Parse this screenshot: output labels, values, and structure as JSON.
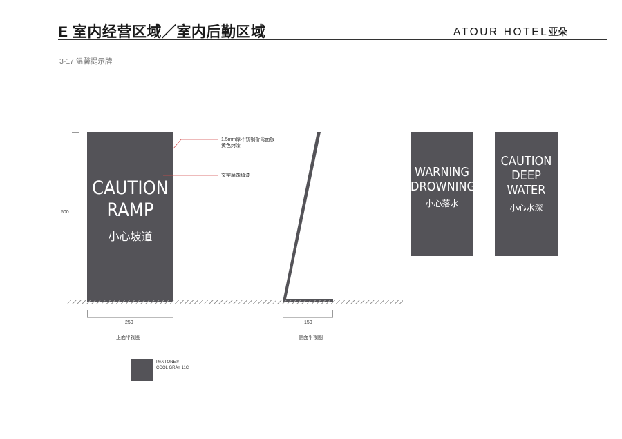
{
  "header": {
    "title": "E 室内经营区域／室内后勤区域",
    "brand_en": "ATOUR HOTEL",
    "brand_cn": "亚朵"
  },
  "section": {
    "label": "3-17  温馨提示牌"
  },
  "front_view": {
    "sign": {
      "line1": "CAUTION",
      "line2": "RAMP",
      "cn": "小心坡道"
    },
    "height_label": "500",
    "width_label": "250",
    "caption": "正面平视图",
    "callout_1_line1": "1.5mm厚不锈钢折弯面板",
    "callout_1_line2": "黄色烤漆",
    "callout_2": "文字腐蚀填漆"
  },
  "side_view": {
    "width_label": "150",
    "caption": "侧面平视图"
  },
  "sign_drowning": {
    "line1": "WARNING",
    "line2": "DROWNING",
    "cn": "小心落水"
  },
  "sign_deep_water": {
    "line1": "CAUTION",
    "line2": "DEEP",
    "line3": "WATER",
    "cn": "小心水深"
  },
  "color_spec": {
    "line1": "PANTONE®",
    "line2": "COOL GRAY 11C",
    "hex": "#545358"
  }
}
